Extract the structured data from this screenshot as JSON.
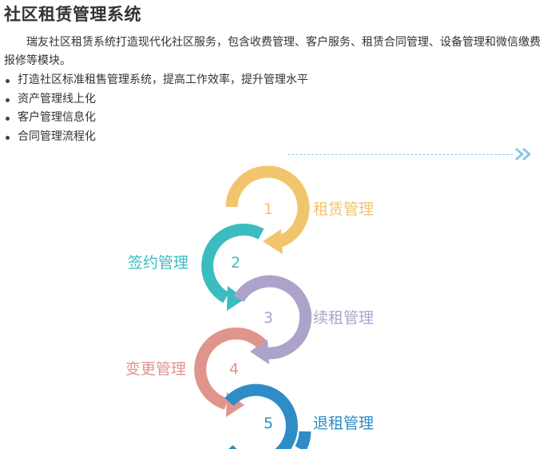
{
  "title": "社区租赁管理系统",
  "intro": "瑞友社区租赁系统打造现代化社区服务，包含收费管理、客户服务、租赁合同管理、设备管理和微信缴费报修等模块。",
  "bullets": [
    "打造社区标准租售管理系统，提高工作效率，提升管理水平",
    "资产管理线上化",
    "客户管理信息化",
    "合同管理流程化"
  ],
  "colors": {
    "step1": "#f2c46c",
    "step2": "#3bbcc1",
    "step3": "#ada3ca",
    "step4": "#df958c",
    "step5": "#2e8cc6",
    "divider": "#8cc6e4"
  },
  "steps": [
    {
      "number": "1",
      "label": "租赁管理"
    },
    {
      "number": "2",
      "label": "签约管理"
    },
    {
      "number": "3",
      "label": "续租管理"
    },
    {
      "number": "4",
      "label": "变更管理"
    },
    {
      "number": "5",
      "label": "退租管理"
    }
  ]
}
